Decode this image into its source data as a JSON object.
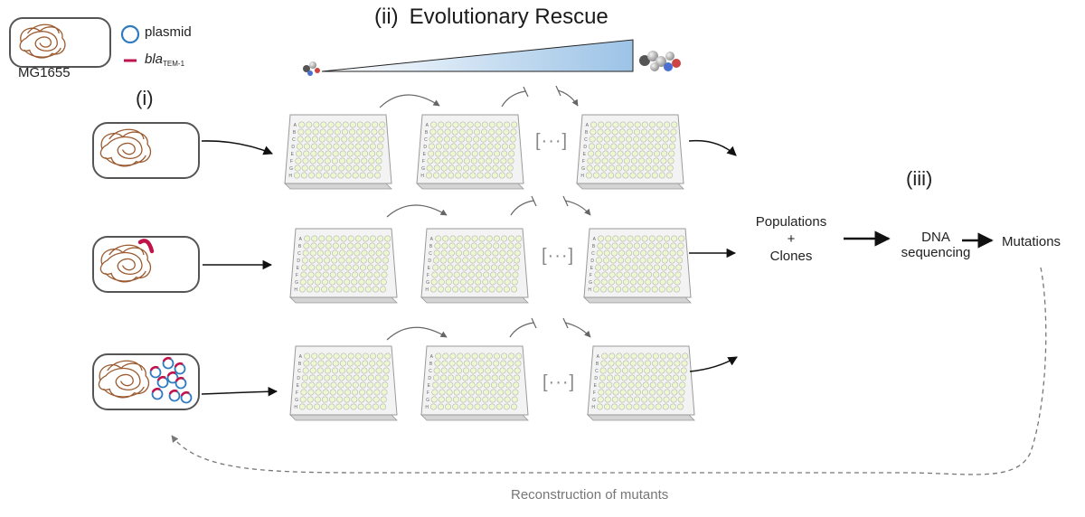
{
  "panels": {
    "panel_i": "(i)",
    "panel_ii_number": "(ii)",
    "panel_ii_title": "Evolutionary Rescue",
    "panel_iii": "(iii)"
  },
  "legend": {
    "strain": "MG1655",
    "plasmid": "plasmid",
    "gene_italic": "bla",
    "gene_subscript": "TEM-1"
  },
  "steps": {
    "populations": "Populations",
    "plus": "+",
    "clones": "Clones",
    "dna": "DNA",
    "sequencing": "sequencing",
    "mutations": "Mutations"
  },
  "reconstruction": "Reconstruction of mutants",
  "ellipsis": "[···]",
  "plate_row_letters": [
    "A",
    "B",
    "C",
    "D",
    "E",
    "F",
    "G",
    "H"
  ],
  "colors": {
    "chromosome": "#9b5a2f",
    "plasmid": "#2f7bbf",
    "bla_gene": "#c0134a",
    "gradient_light": "#ffffff",
    "gradient_dark": "#9cc3e6",
    "arrow": "#111111",
    "grey_arrow": "#666666",
    "well": "#eef8d0"
  }
}
